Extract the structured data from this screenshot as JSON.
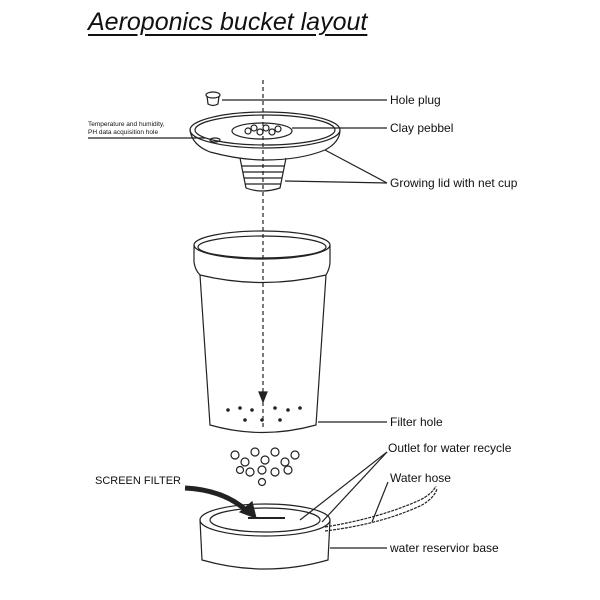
{
  "title": "Aeroponics bucket layout",
  "labels": {
    "hole_plug": "Hole plug",
    "clay_pebble": "Clay pebbel",
    "growing_lid": "Growing lid with net cup",
    "sensor_hole_line1": "Temperature and humidity,",
    "sensor_hole_line2": "PH data acquisition hole",
    "filter_hole": "Filter hole",
    "outlet": "Outlet for water recycle",
    "water_hose": "Water hose",
    "screen_filter": "SCREEN FILTER",
    "reservoir_base": "water reservior base"
  }
}
